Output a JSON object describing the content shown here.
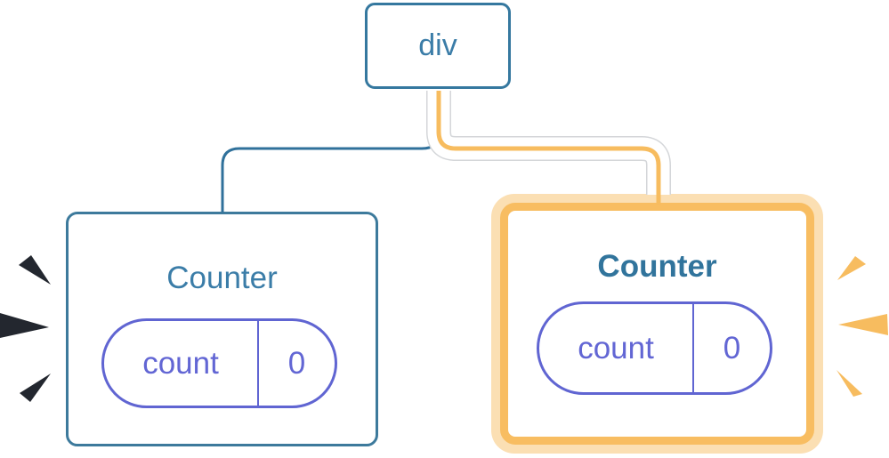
{
  "tree": {
    "root": {
      "label": "div"
    },
    "children": [
      {
        "label": "Counter",
        "state_key": "count",
        "state_value": "0",
        "highlighted": false
      },
      {
        "label": "Counter",
        "state_key": "count",
        "state_value": "0",
        "highlighted": true
      }
    ]
  },
  "colors": {
    "node_blue": "#35789F",
    "text_blue": "#3B7DA8",
    "pill_indigo": "#6065D2",
    "highlight_orange": "#F8BD61",
    "highlight_pale_orange": "#FBDFB3",
    "spark_dark": "#23272F",
    "spark_orange": "#F7BC5F"
  }
}
